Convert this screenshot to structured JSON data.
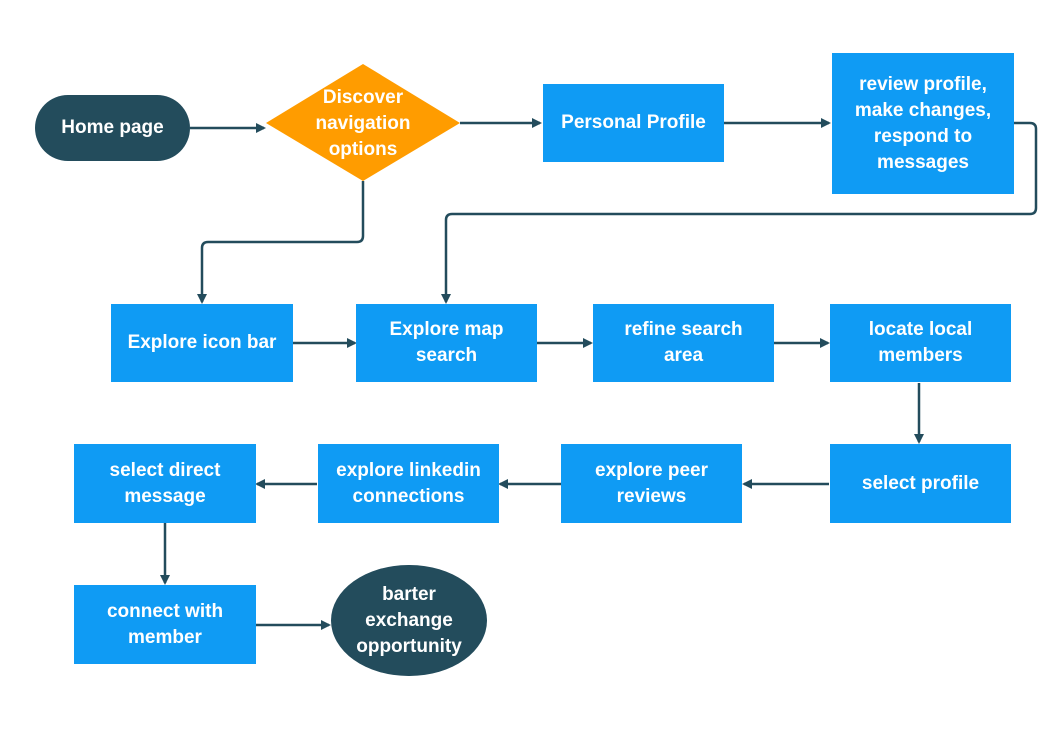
{
  "nodes": {
    "home": "Home page",
    "discover": "Discover\nnavigation\noptions",
    "personal_profile": "Personal Profile",
    "review_profile": "review profile,\nmake changes,\nrespond to\nmessages",
    "explore_icon_bar": "Explore icon bar",
    "explore_map": "Explore map\nsearch",
    "refine_search": "refine search\narea",
    "locate_members": "locate local\nmembers",
    "select_profile": "select profile",
    "explore_peer": "explore peer\nreviews",
    "explore_linkedin": "explore linkedin\nconnections",
    "select_direct": "select direct\nmessage",
    "connect_member": "connect with\nmember",
    "barter": "barter\nexchange\nopportunity"
  },
  "colors": {
    "process": "#0f9bf4",
    "terminal": "#234c5c",
    "decision": "#ff9c00",
    "connector": "#234c5c"
  }
}
